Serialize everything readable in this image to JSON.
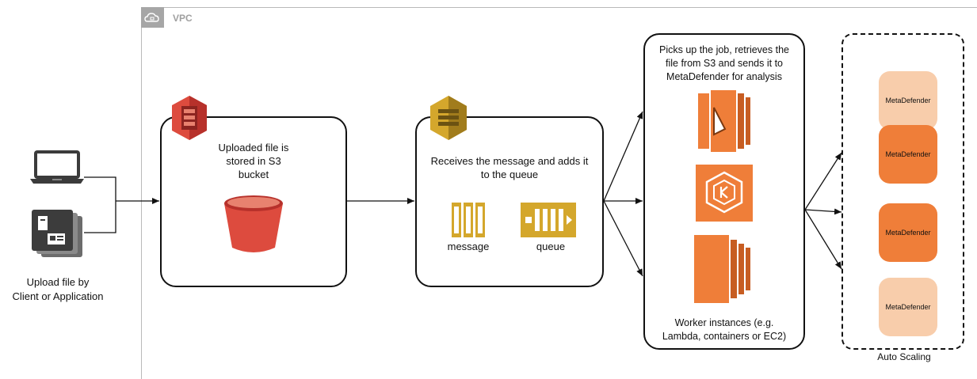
{
  "client": {
    "caption": "Upload file by\nClient or Application"
  },
  "vpc": {
    "label": "VPC"
  },
  "s3": {
    "caption": "Uploaded file is\nstored in S3\nbucket"
  },
  "sqs": {
    "caption": "Receives the message and adds it\nto the queue",
    "message_label": "message",
    "queue_label": "queue"
  },
  "worker": {
    "top_caption": "Picks up the job, retrieves the\nfile from S3 and sends it to\nMetaDefender for analysis",
    "bottom_caption": "Worker instances (e.g.\nLambda, containers or EC2)"
  },
  "auto_scaling": {
    "label": "Auto Scaling",
    "instances": [
      {
        "label": "MetaDefender",
        "style": "light"
      },
      {
        "label": "MetaDefender",
        "style": "dark"
      },
      {
        "label": "MetaDefender",
        "style": "dark"
      },
      {
        "label": "MetaDefender",
        "style": "light"
      }
    ]
  },
  "colors": {
    "s3_red": "#dd4b3e",
    "sqs_gold": "#d4a72c",
    "aws_orange": "#ef7e39",
    "md_light": "#f8cdab",
    "md_dark": "#ef7e39"
  },
  "icons": [
    "laptop-icon",
    "server-stack-icon",
    "cloud-icon",
    "s3-logo-icon",
    "s3-bucket-icon",
    "sqs-logo-icon",
    "message-icon",
    "queue-icon",
    "lambda-icon",
    "ecs-icon",
    "ec2-icon"
  ]
}
